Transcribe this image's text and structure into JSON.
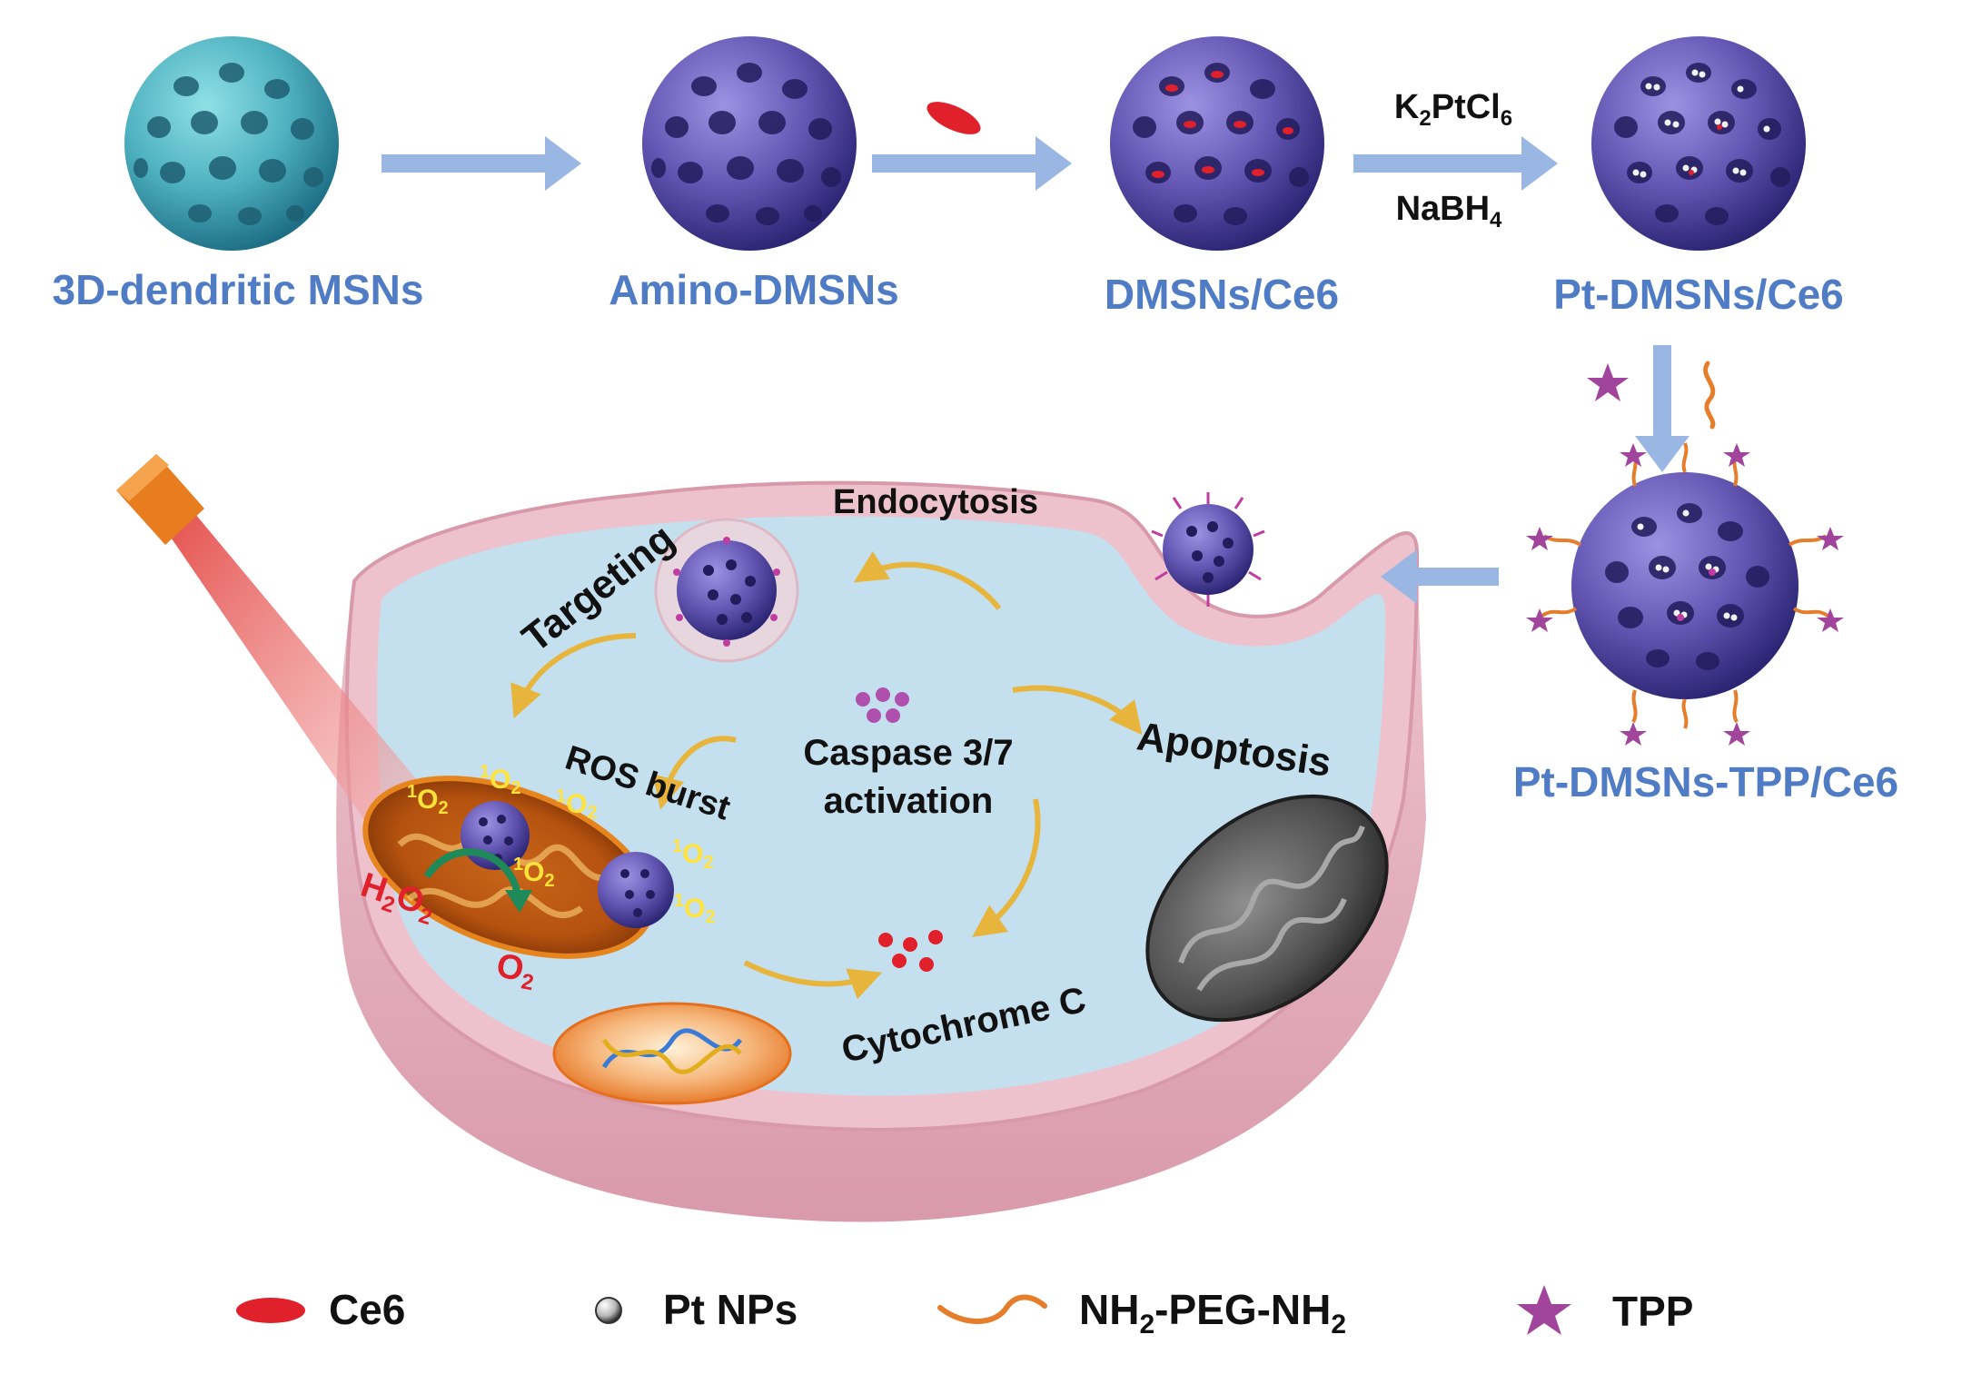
{
  "colors": {
    "blue_label": "#4f7cc4",
    "arrow_blue": "#9ab7e4",
    "cell_membrane": "#e8b6c2",
    "cytoplasm": "#c4dfee",
    "sphere_teal": "#54b8c4",
    "sphere_purple": "#6a5cb8",
    "ce6_red": "#e0202a",
    "tpp_magenta": "#a0449c",
    "peg_orange": "#e67d2a",
    "text_dark": "#111111",
    "o2_text": "#ffe23a",
    "h2o2_red": "#e0202a"
  },
  "synthesis": {
    "step1": "3D-dendritic MSNs",
    "step2": "Amino-DMSNs",
    "step3": "DMSNs/Ce6",
    "step4": "Pt-DMSNs/Ce6",
    "step5": "Pt-DMSNs-TPP/Ce6",
    "reagent_top": {
      "main": "K",
      "sub1": "2",
      "mid": "PtCl",
      "sub2": "6"
    },
    "reagent_bottom": {
      "main": "NaBH",
      "sub": "4"
    }
  },
  "cell": {
    "endocytosis": "Endocytosis",
    "targeting": "Targeting",
    "ros_burst": "ROS burst",
    "caspase_line1": "Caspase 3/7",
    "caspase_line2": "activation",
    "apoptosis": "Apoptosis",
    "cytochrome": "Cytochrome C",
    "singlet_o2": {
      "sup": "1",
      "main": "O",
      "sub": "2"
    },
    "h2o2": {
      "main1": "H",
      "sub1": "2",
      "main2": "O",
      "sub2": "2"
    },
    "o2": {
      "main": "O",
      "sub": "2"
    }
  },
  "legend": {
    "ce6": "Ce6",
    "pt": "Pt NPs",
    "peg": {
      "a": "NH",
      "a_sub": "2",
      "b": "-PEG-NH",
      "b_sub": "2"
    },
    "tpp": "TPP"
  }
}
